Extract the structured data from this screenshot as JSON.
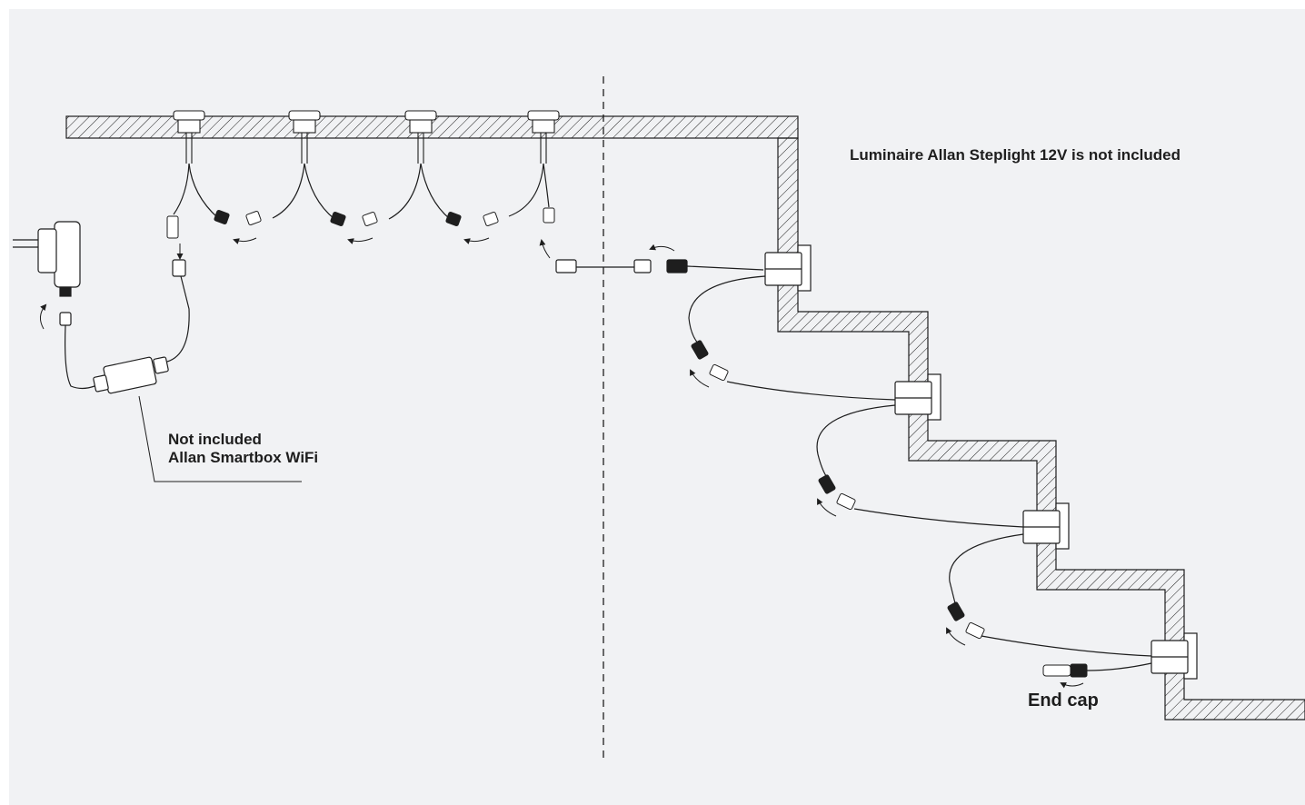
{
  "labels": {
    "smartbox_line1": "Not included",
    "smartbox_line2": "Allan Smartbox WiFi",
    "luminaire_note": "Luminaire Allan Steplight 12V is not included",
    "end_cap": "End cap"
  },
  "colors": {
    "background": "#f1f2f4",
    "line": "#1e1e1e",
    "fill": "#ffffff"
  },
  "components": {
    "power_adapter": "wall-plug-adapter",
    "controller": "allan-smartbox-wifi",
    "floor_lights": 4,
    "step_lights": 4,
    "stairs_steps": 4
  }
}
